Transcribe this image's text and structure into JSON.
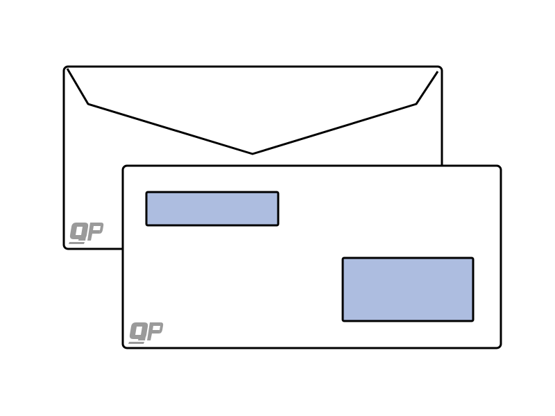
{
  "scene": {
    "description_items": [
      "back-envelope",
      "front-envelope"
    ],
    "logo_text": "QP"
  },
  "colors": {
    "background": "#ffffff",
    "outline": "#000000",
    "envelope_fill": "#ffffff",
    "window_fill": "#adbde0",
    "logo": "#9a9a9a"
  }
}
